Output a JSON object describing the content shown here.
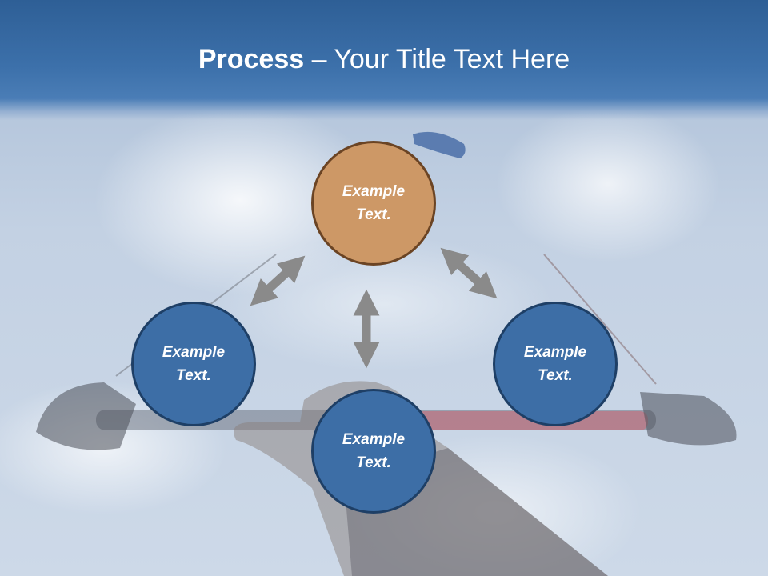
{
  "slide": {
    "title_bold": "Process",
    "title_rest": " – Your Title Text Here"
  },
  "diagram": {
    "nodes": [
      {
        "id": "top",
        "label": "Example Text.",
        "color": "#cd9866"
      },
      {
        "id": "left",
        "label": "Example Text.",
        "color": "#3d6ea6"
      },
      {
        "id": "right",
        "label": "Example Text.",
        "color": "#3d6ea6"
      },
      {
        "id": "bottom",
        "label": "Example Text.",
        "color": "#3d6ea6"
      }
    ],
    "arrow_color": "#8a8a8a"
  },
  "background": {
    "description_icon": "kite-bar-photo",
    "header_color": "#3c70aa"
  }
}
